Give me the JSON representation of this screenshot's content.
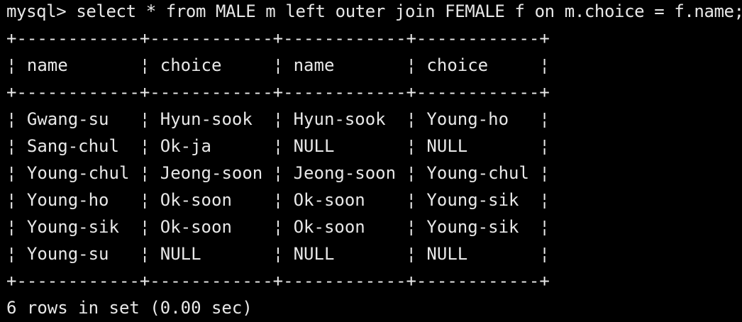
{
  "prompt": "mysql>",
  "command": "select * from MALE m left outer join FEMALE f on m.choice = f.name;",
  "table": {
    "border_line": "+------------+------------+------------+------------+",
    "headers": [
      "name",
      "choice",
      "name",
      "choice"
    ],
    "rows": [
      [
        "Gwang-su",
        "Hyun-sook",
        "Hyun-sook",
        "Young-ho"
      ],
      [
        "Sang-chul",
        "Ok-ja",
        "NULL",
        "NULL"
      ],
      [
        "Young-chul",
        "Jeong-soon",
        "Jeong-soon",
        "Young-chul"
      ],
      [
        "Young-ho",
        "Ok-soon",
        "Ok-soon",
        "Young-sik"
      ],
      [
        "Young-sik",
        "Ok-soon",
        "Ok-soon",
        "Young-sik"
      ],
      [
        "Young-su",
        "NULL",
        "NULL",
        "NULL"
      ]
    ]
  },
  "result_summary": "6 rows in set (0.00 sec)",
  "colors": {
    "background": "#000000",
    "text": "#e8e8e8"
  }
}
